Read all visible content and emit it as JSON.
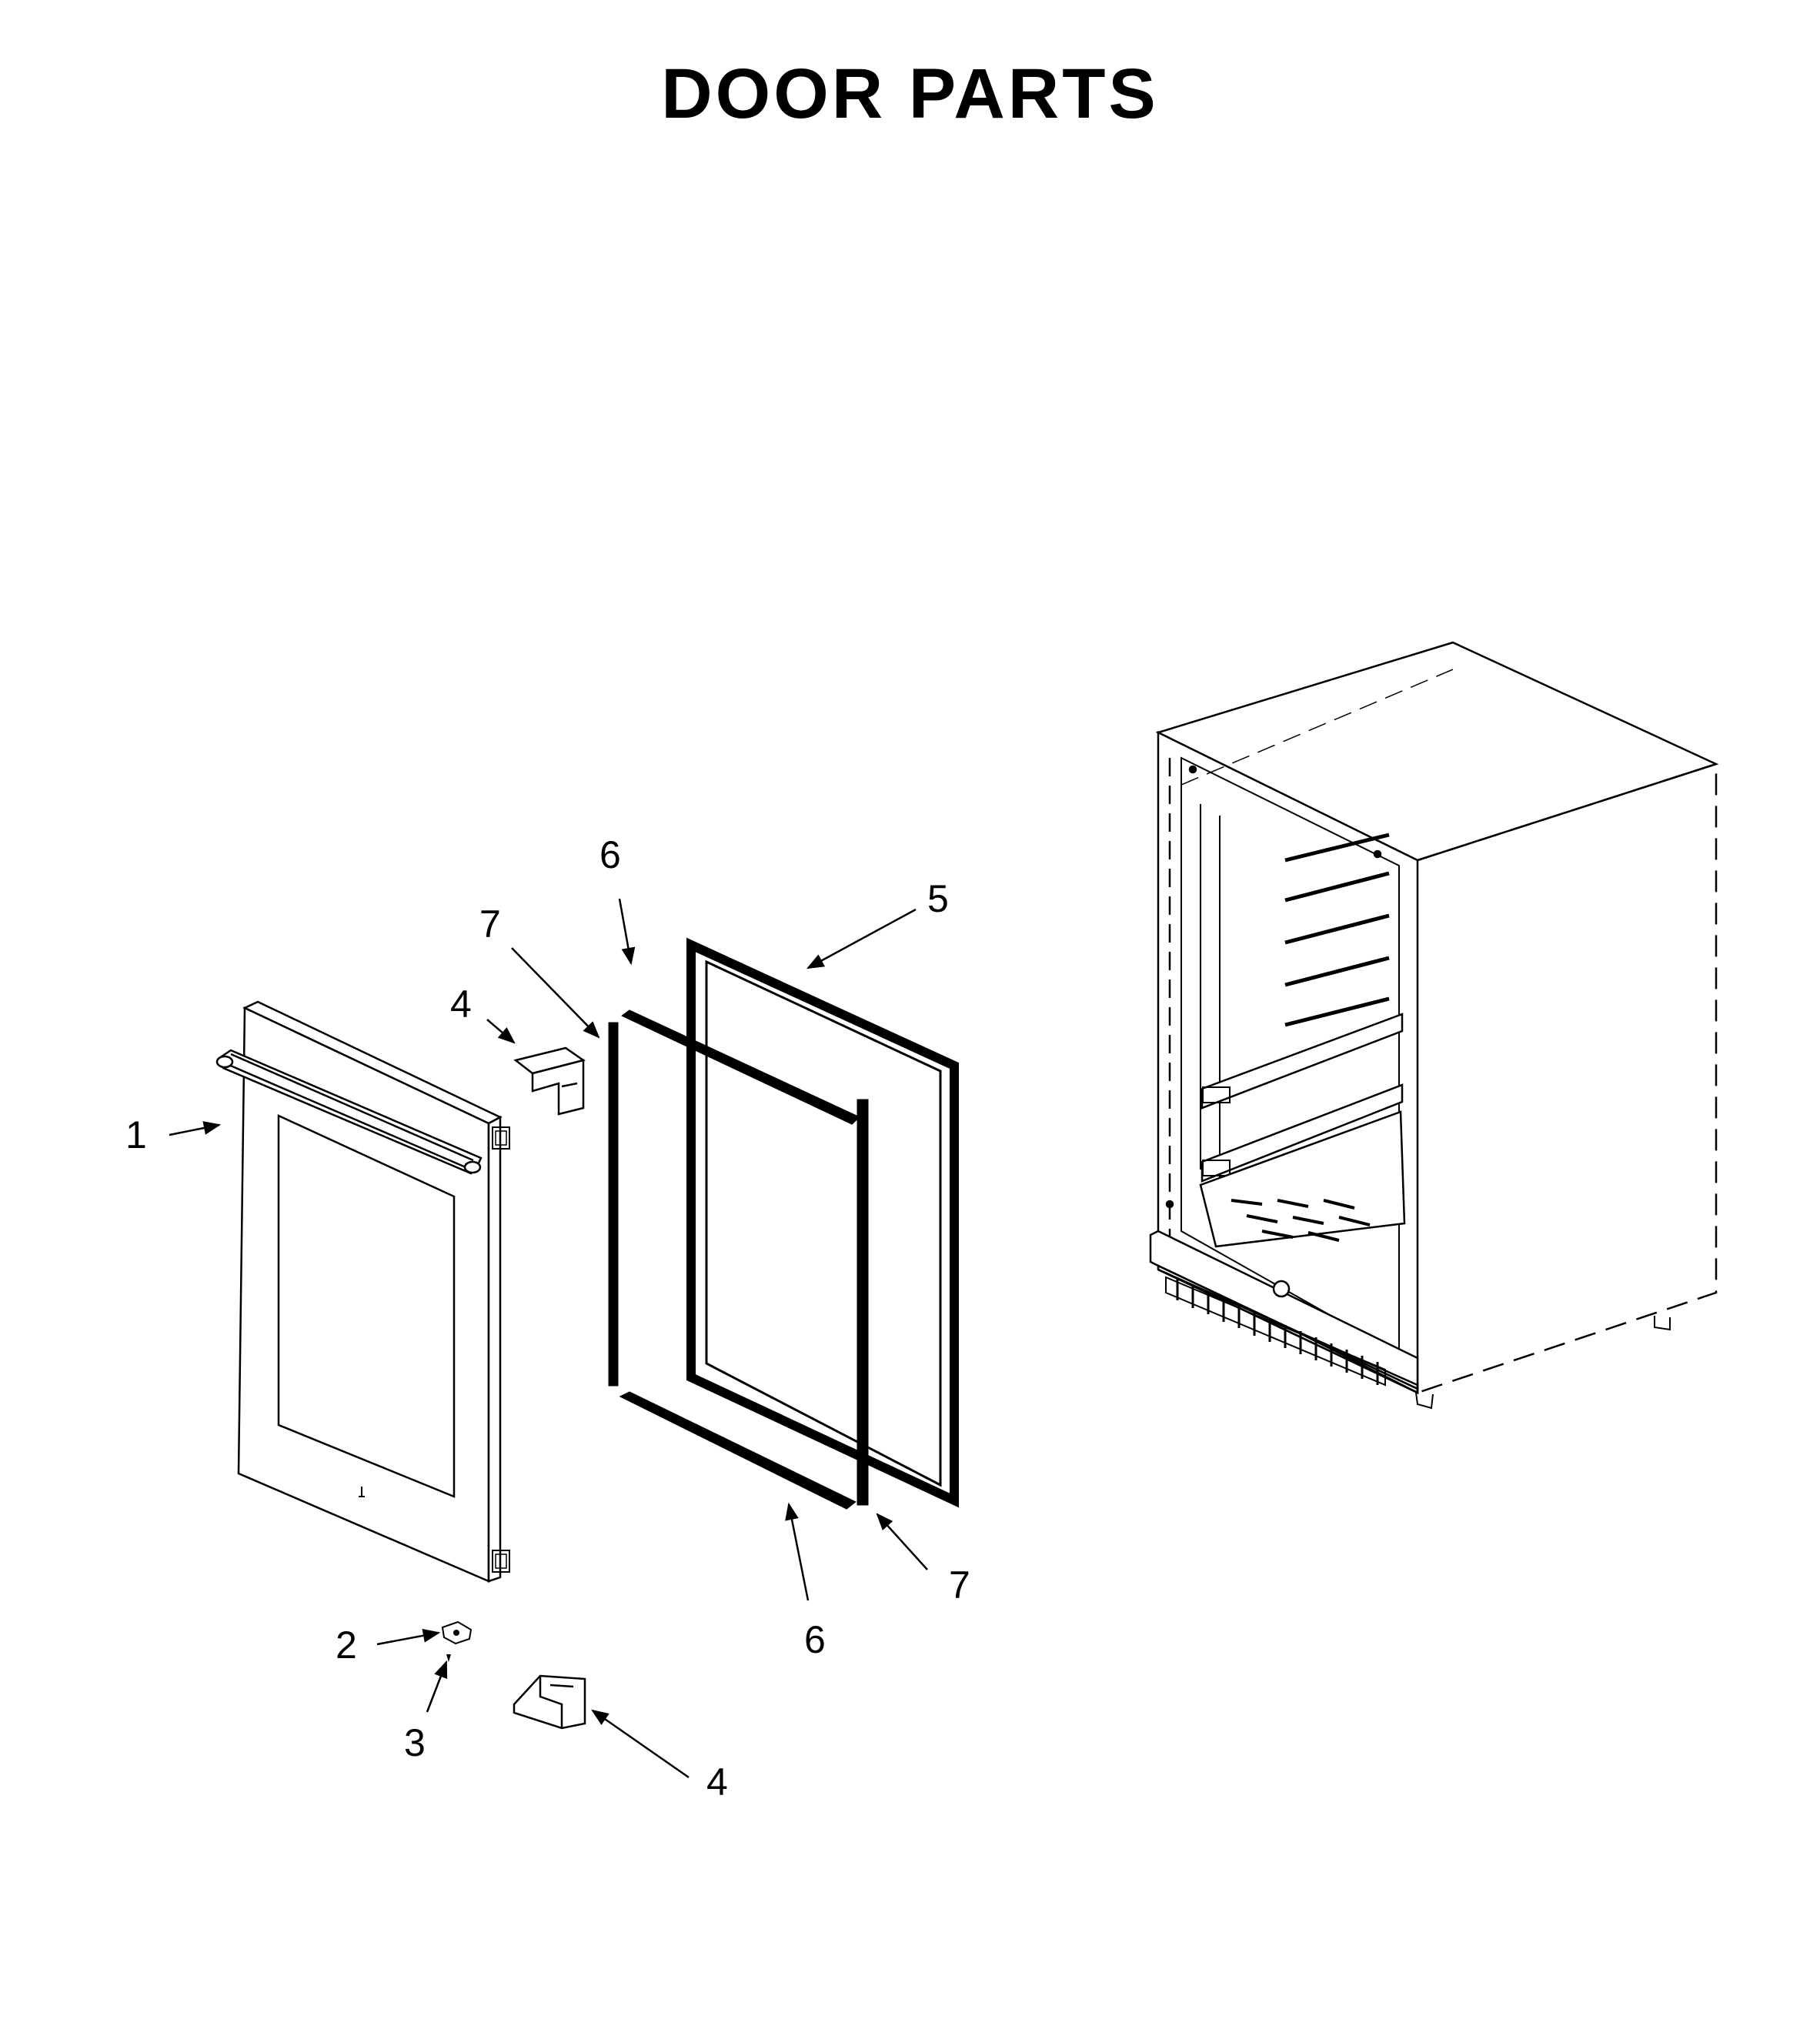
{
  "title": "DOOR PARTS",
  "callouts": [
    {
      "id": "c1",
      "label": "1"
    },
    {
      "id": "c2",
      "label": "2"
    },
    {
      "id": "c3",
      "label": "3"
    },
    {
      "id": "c4a",
      "label": "4"
    },
    {
      "id": "c4b",
      "label": "4"
    },
    {
      "id": "c5",
      "label": "5"
    },
    {
      "id": "c6a",
      "label": "6"
    },
    {
      "id": "c6b",
      "label": "6"
    },
    {
      "id": "c7a",
      "label": "7"
    },
    {
      "id": "c7b",
      "label": "7"
    }
  ]
}
